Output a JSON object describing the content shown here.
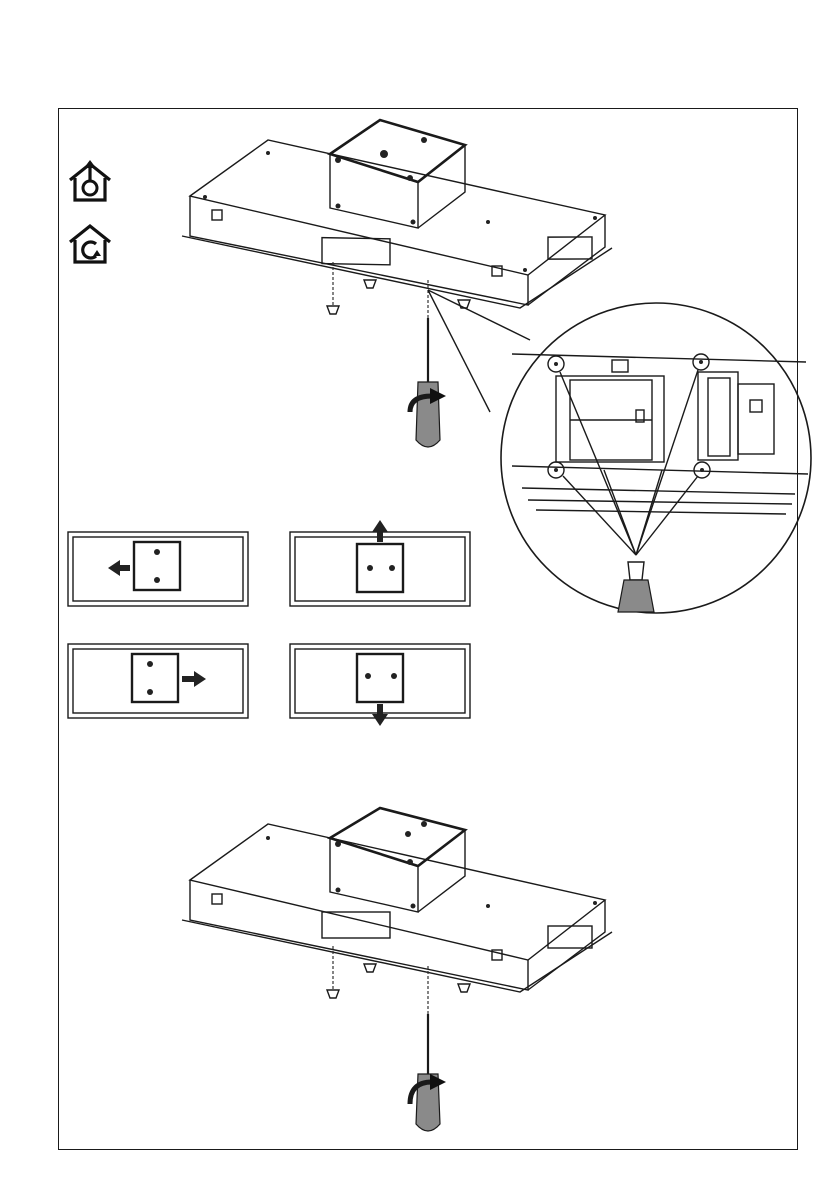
{
  "page": {
    "figures": [
      {
        "id": "ducted-icon",
        "label": ""
      },
      {
        "id": "recirculating-icon",
        "label": ""
      }
    ],
    "outlet_directions": [
      "left",
      "up",
      "right",
      "down"
    ],
    "colors": {
      "line": "#1a1a1a",
      "fill": "#ffffff",
      "tool_grey": "#8a8a8a"
    },
    "icons": [
      "ducted-exhaust-icon",
      "recirculation-icon",
      "screwdriver-icon",
      "screw-icon",
      "rotate-arrow-icon",
      "direction-arrow-icon",
      "magnifier-detail-icon"
    ]
  }
}
